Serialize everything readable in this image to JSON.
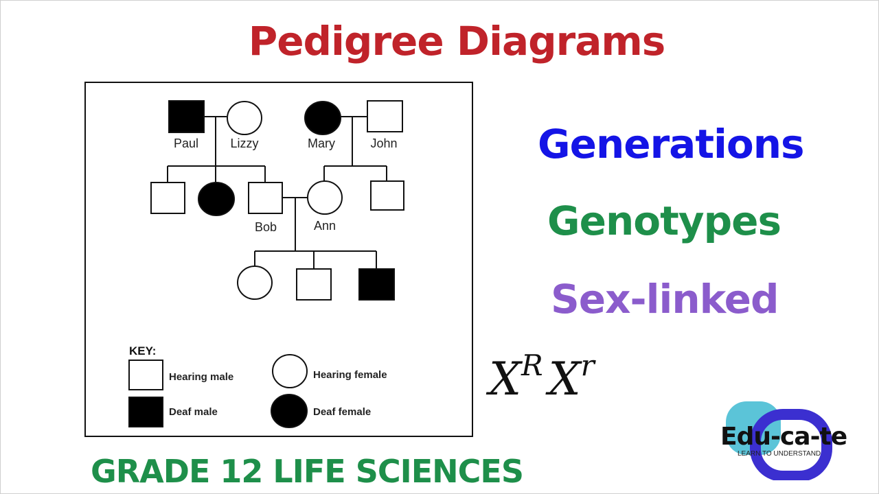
{
  "title": "Pedigree Diagrams",
  "topics": [
    {
      "label": "Generations",
      "color": "#1414e6"
    },
    {
      "label": "Genotypes",
      "color": "#1e8f4a"
    },
    {
      "label": "Sex-linked",
      "color": "#8b5ccc"
    }
  ],
  "formula": {
    "base1": "X",
    "sup1": "R",
    "base2": "X",
    "sup2": "r"
  },
  "footer": "GRADE 12 LIFE SCIENCES",
  "colors": {
    "title": "#c0232a",
    "footer": "#1e8f4a",
    "logo_teal": "#5bc4d8",
    "logo_indigo": "#3b2fd0"
  },
  "diagram": {
    "names": {
      "paul": "Paul",
      "lizzy": "Lizzy",
      "mary": "Mary",
      "john": "John",
      "bob": "Bob",
      "ann": "Ann"
    },
    "key": {
      "title": "KEY:",
      "hearing_male": "Hearing male",
      "hearing_female": "Hearing female",
      "deaf_male": "Deaf male",
      "deaf_female": "Deaf female"
    }
  },
  "logo": {
    "name": "Edu-ca-te",
    "tagline": "LEARN TO UNDERSTAND"
  }
}
